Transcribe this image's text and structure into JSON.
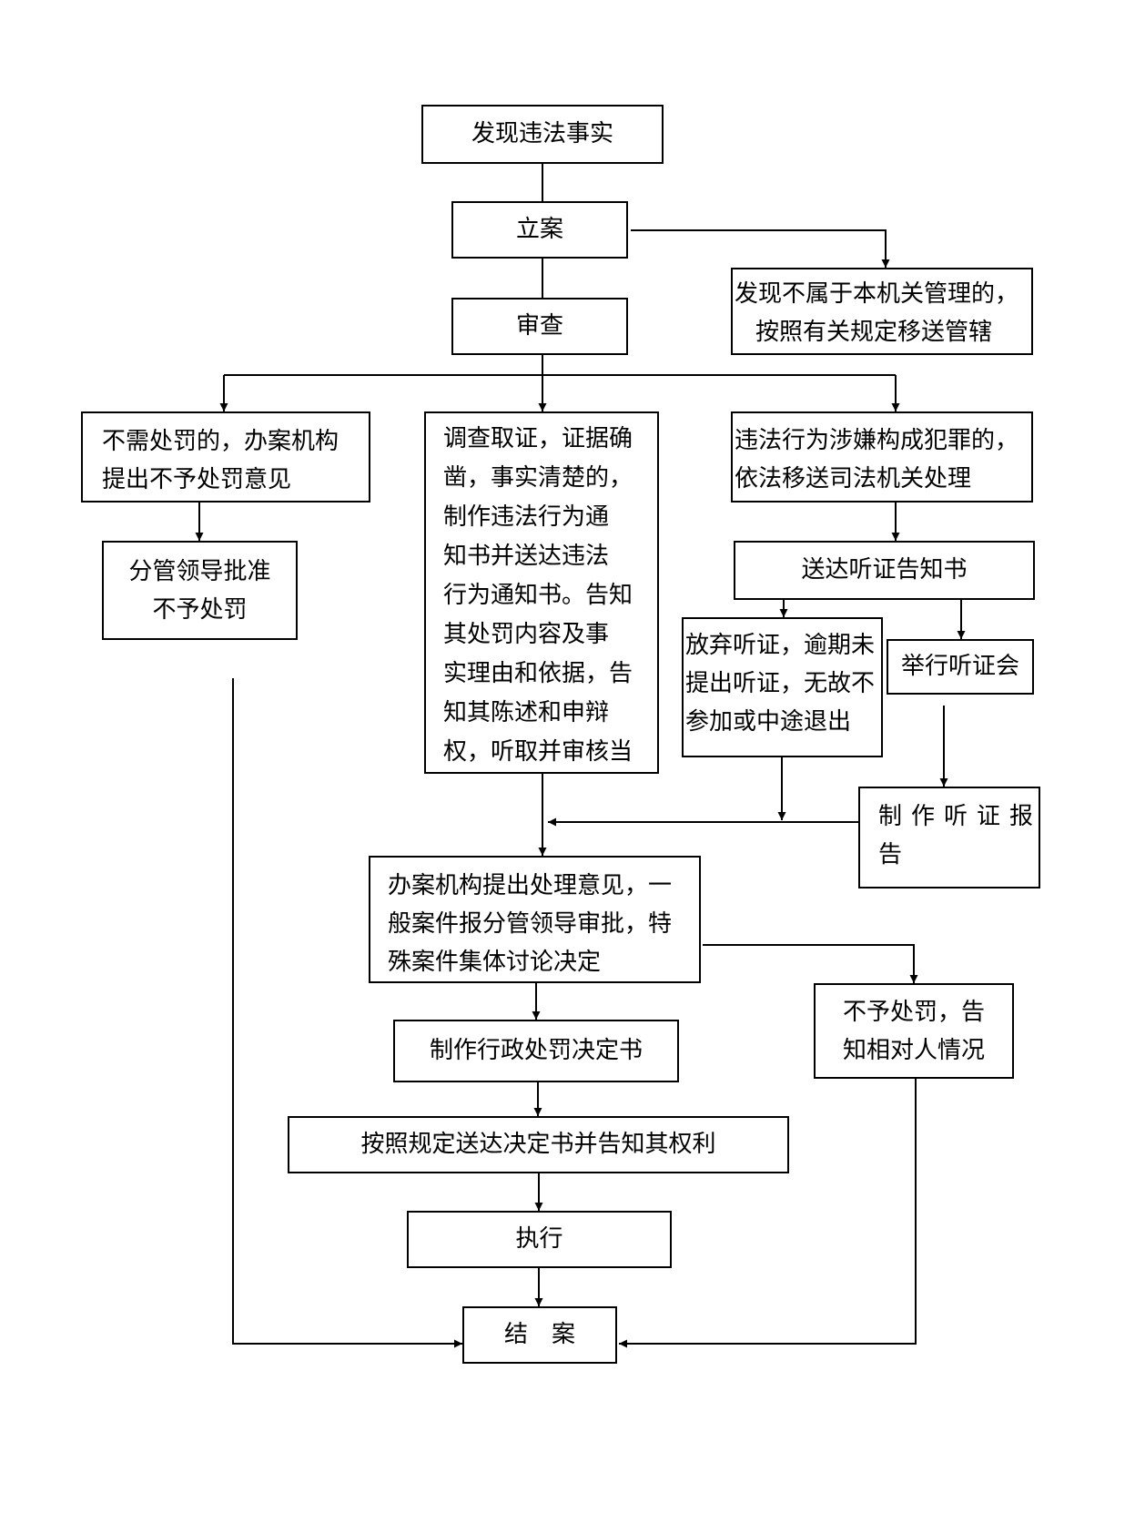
{
  "nodes": {
    "discover": "发现违法事实",
    "file_case": "立案",
    "review": "审查",
    "transfer_jurisdiction": [
      "发现不属于本机关管理的，",
      "按照有关规定移送管辖"
    ],
    "no_penalty_proposal": [
      "不需处罚的，办案机构",
      "提出不予处罚意见"
    ],
    "leader_approve_no_penalty": [
      "分管领导批准",
      "不予处罚"
    ],
    "investigate": [
      "调查取证，证据确",
      "凿，事实清楚的，",
      "制作违法行为通",
      "知书并送达违法",
      "行为通知书。告知",
      "其处罚内容及事",
      "实理由和依据，告",
      "知其陈述和申辩",
      "权，听取并审核当"
    ],
    "crime_transfer": [
      "违法行为涉嫌构成犯罪的，",
      "依法移送司法机关处理"
    ],
    "hearing_notice": "送达听证告知书",
    "waive_hearing": [
      "放弃听证，逾期未",
      "提出听证，无故不",
      "参加或中途退出"
    ],
    "hold_hearing": "举行听证会",
    "hearing_report": [
      "制作听证报",
      "告"
    ],
    "handling_opinion": [
      "办案机构提出处理意见，一",
      "般案件报分管领导审批，特",
      "殊案件集体讨论决定"
    ],
    "no_penalty_notify": [
      "不予处罚，告",
      "知相对人情况"
    ],
    "penalty_decision": "制作行政处罚决定书",
    "deliver_decision": "按照规定送达决定书并告知其权利",
    "execute": "执行",
    "close_case": "结　案"
  }
}
